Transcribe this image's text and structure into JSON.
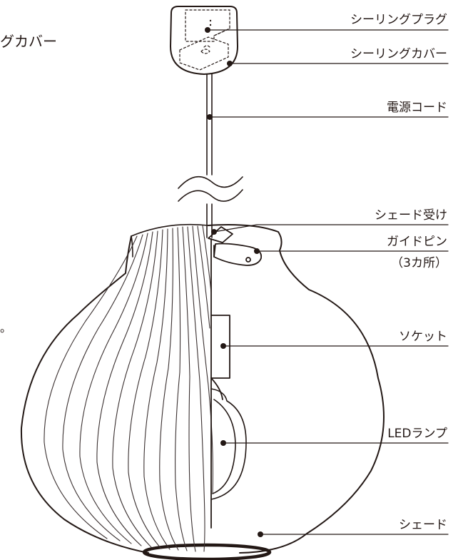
{
  "labels": {
    "ceiling_plug": "シーリングプラグ",
    "ceiling_cover": "シーリングカバー",
    "power_cord": "電源コード",
    "shade_holder": "シェード受け",
    "guide_pin": "ガイドピン",
    "guide_pin_count": "（3カ所）",
    "socket": "ソケット",
    "led_lamp": "LEDランプ",
    "shade": "シェード"
  },
  "left_fragments": {
    "top": "グカバー",
    "mid": "。"
  },
  "colors": {
    "line": "#231815",
    "background": "#ffffff",
    "shade_line": "#3a3030"
  }
}
